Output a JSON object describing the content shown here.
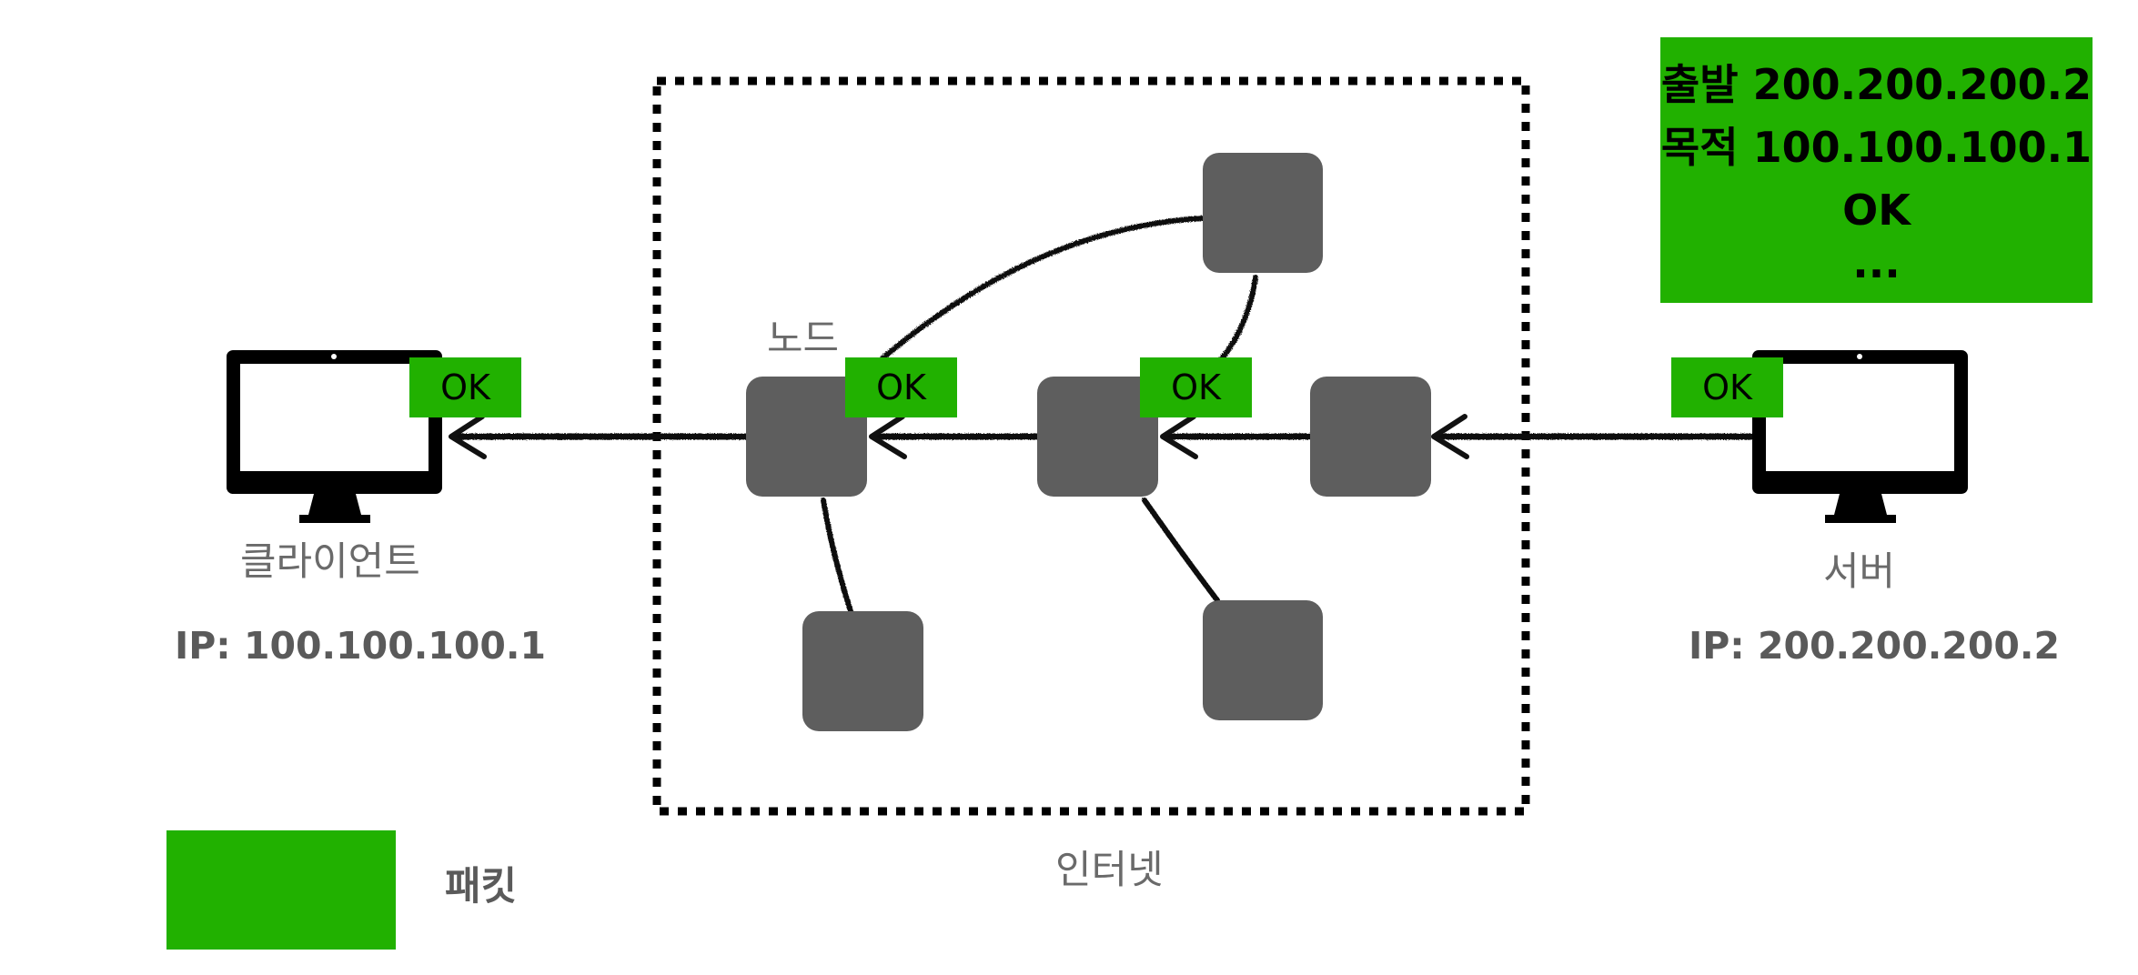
{
  "labels": {
    "node": "노드",
    "internet": "인터넷",
    "client_name": "클라이언트",
    "client_ip": "IP: 100.100.100.1",
    "server_name": "서버",
    "server_ip": "IP: 200.200.200.2",
    "legend_packet": "패킷"
  },
  "packet_tag": "OK",
  "packet_info": {
    "source": "출발 200.200.200.2",
    "destination": "목적 100.100.100.1",
    "payload": "OK",
    "more": "..."
  },
  "colors": {
    "packet": "#21b100",
    "node": "#5e5e5e",
    "border": "#000000"
  },
  "icons": {
    "client": "monitor-icon",
    "server": "monitor-icon"
  }
}
